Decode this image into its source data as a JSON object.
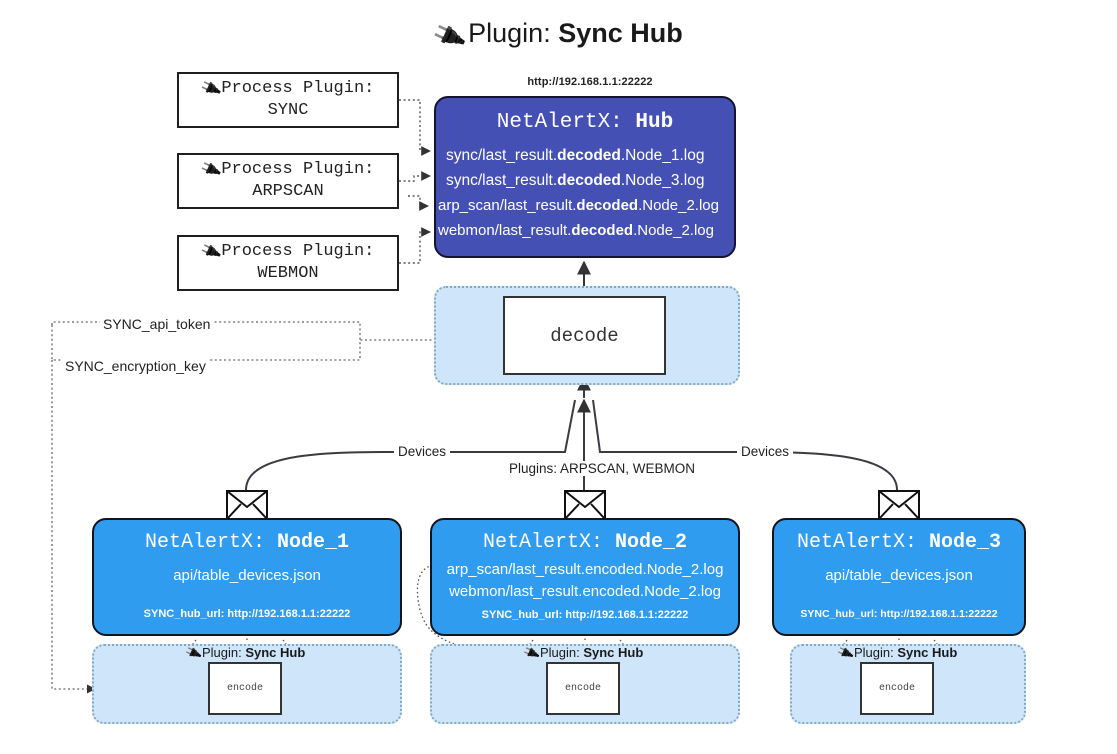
{
  "page": {
    "title_prefix": "Plugin:",
    "title_strong": "Sync Hub",
    "plug_icon": "plug-icon"
  },
  "colors": {
    "hub_fill": "#4450b4",
    "node_fill": "#2f9cf0",
    "container_fill": "#cfe5f9",
    "container_border": "#7fa8c9",
    "box_border": "#333333",
    "text_light": "#ffffff"
  },
  "process_plugins": [
    {
      "header": "Process Plugin:",
      "name": "SYNC"
    },
    {
      "header": "Process Plugin:",
      "name": "ARPSCAN"
    },
    {
      "header": "Process Plugin:",
      "name": "WEBMON"
    }
  ],
  "hub": {
    "url": "http://192.168.1.1:22222",
    "title_prefix": "NetAlertX:",
    "title_name": "Hub",
    "lines": [
      {
        "pre": "sync/last_result.",
        "mid": "decoded",
        "post": ".Node_1.log"
      },
      {
        "pre": "sync/last_result.",
        "mid": "decoded",
        "post": ".Node_3.log"
      },
      {
        "pre": "arp_scan/last_result.",
        "mid": "decoded",
        "post": ".Node_2.log"
      },
      {
        "pre": "webmon/last_result.",
        "mid": "decoded",
        "post": ".Node_2.log"
      }
    ]
  },
  "decode": {
    "label": "decode"
  },
  "config_paths": [
    {
      "label": "SYNC_api_token"
    },
    {
      "label": "SYNC_encryption_key"
    }
  ],
  "edge_labels": {
    "devices_left": "Devices",
    "devices_right": "Devices",
    "plugins_center": "Plugins: ARPSCAN, WEBMON"
  },
  "nodes": [
    {
      "title_prefix": "NetAlertX:",
      "title_name": "Node_1",
      "lines": [
        "api/table_devices.json"
      ],
      "hub_url_label": "SYNC_hub_url: http://192.168.1.1:22222",
      "plugin_caption_prefix": "Plugin:",
      "plugin_caption_strong": "Sync Hub",
      "encode_label": "encode",
      "envelope_icon": "envelope-icon"
    },
    {
      "title_prefix": "NetAlertX:",
      "title_name": "Node_2",
      "lines": [
        "arp_scan/last_result.encoded.Node_2.log",
        "webmon/last_result.encoded.Node_2.log"
      ],
      "hub_url_label": "SYNC_hub_url: http://192.168.1.1:22222",
      "plugin_caption_prefix": "Plugin:",
      "plugin_caption_strong": "Sync Hub",
      "encode_label": "encode",
      "envelope_icon": "envelope-icon"
    },
    {
      "title_prefix": "NetAlertX:",
      "title_name": "Node_3",
      "lines": [
        "api/table_devices.json"
      ],
      "hub_url_label": "SYNC_hub_url: http://192.168.1.1:22222",
      "plugin_caption_prefix": "Plugin:",
      "plugin_caption_strong": "Sync Hub",
      "encode_label": "encode",
      "envelope_icon": "envelope-icon"
    }
  ]
}
